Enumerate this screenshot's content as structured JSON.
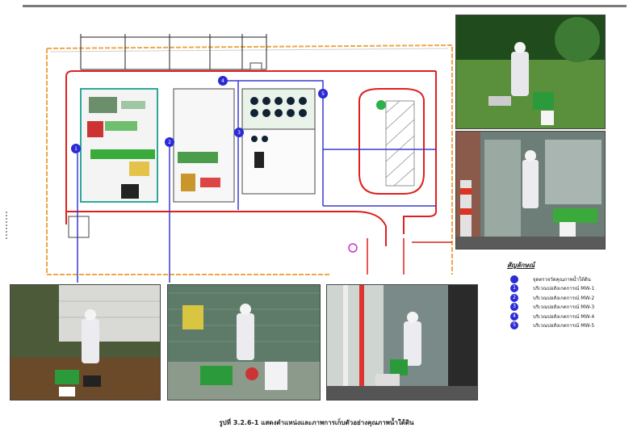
{
  "figure": {
    "caption": "รูปที่ 3.2.6-1  แสดงตำแหน่งและภาพการเก็บตัวอย่างคุณภาพน้ำใต้ดิน"
  },
  "legend": {
    "title": "สัญลักษณ์",
    "items": [
      {
        "marker": "",
        "label": "จุดตรวจวัดคุณภาพน้ำใต้ดิน"
      },
      {
        "marker": "1",
        "label": "บริเวณบ่อสังเกตการณ์ MW-1"
      },
      {
        "marker": "2",
        "label": "บริเวณบ่อสังเกตการณ์ MW-2"
      },
      {
        "marker": "3",
        "label": "บริเวณบ่อสังเกตการณ์ MW-3"
      },
      {
        "marker": "4",
        "label": "บริเวณบ่อสังเกตการณ์ MW-4"
      },
      {
        "marker": "5",
        "label": "บริเวณบ่อสังเกตการณ์ MW-5"
      }
    ]
  },
  "plan": {
    "well_markers": [
      "1",
      "2",
      "3",
      "4",
      "5"
    ],
    "colors": {
      "boundary": "#e01f1f",
      "pipeline": "#3a3ad0",
      "marker": "#2b2bd6",
      "site_edge": "#f0a64a",
      "building": "#2fa89a"
    }
  },
  "photos": [
    {
      "name": "photo-sampling-grass"
    },
    {
      "name": "photo-sampling-tanks"
    },
    {
      "name": "photo-sampling-garden"
    },
    {
      "name": "photo-sampling-wall"
    },
    {
      "name": "photo-sampling-plant"
    }
  ]
}
